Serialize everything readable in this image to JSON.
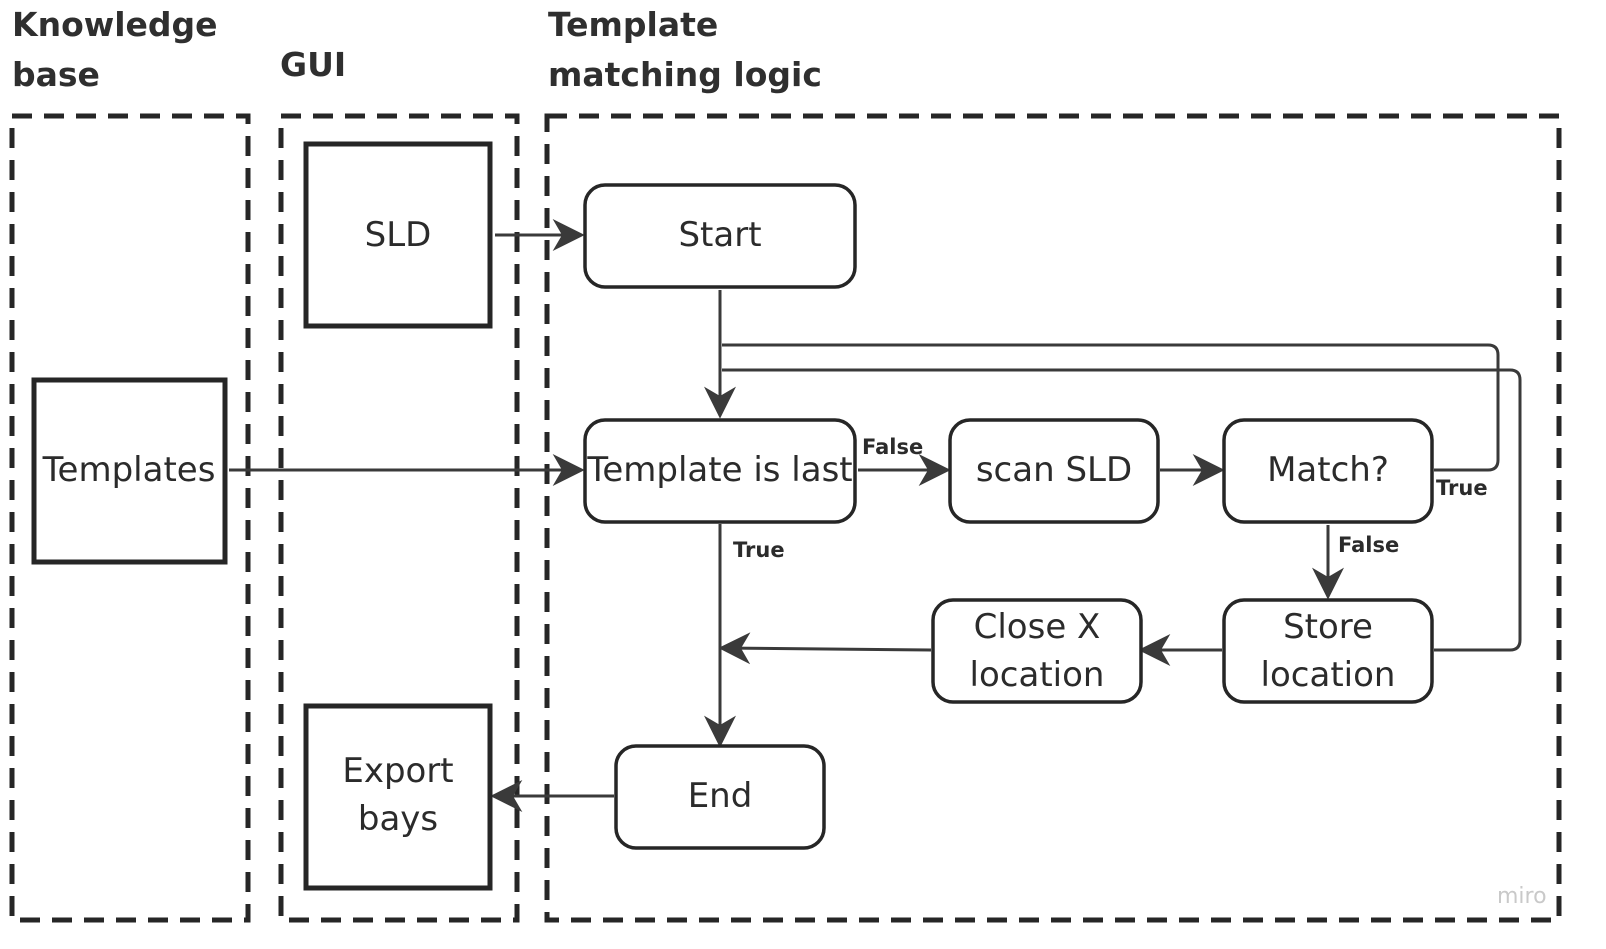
{
  "lanes": {
    "knowledge_base": "Knowledge\nbase",
    "gui": "GUI",
    "template_matching": "Template\nmatching logic"
  },
  "nodes": {
    "sld": "SLD",
    "templates": "Templates",
    "export_bays": [
      "Export",
      "bays"
    ],
    "start": "Start",
    "template_is_last": "Template is last",
    "scan_sld": "scan SLD",
    "match": "Match?",
    "store_location": [
      "Store",
      "location"
    ],
    "close_x_location": [
      "Close X",
      "location"
    ],
    "end": "End"
  },
  "edge_labels": {
    "template_is_last_false": "False",
    "template_is_last_true": "True",
    "match_true": "True",
    "match_false": "False"
  },
  "watermark": "miro",
  "colors": {
    "stroke": "#262626",
    "arrow": "#3a3a3a",
    "text": "#2b2b2b",
    "watermark": "#c9c9c9"
  }
}
